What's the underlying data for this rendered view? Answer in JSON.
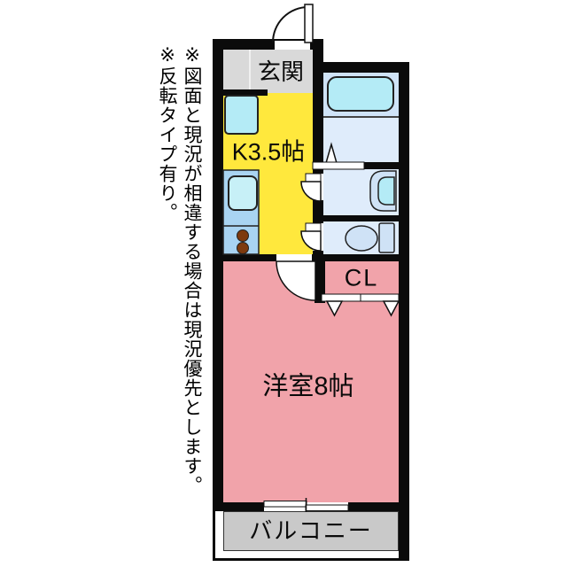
{
  "notes": {
    "disclaimer": "※図面と現況が相違する場合は現況優先とします。",
    "reversal": "※反転タイプ有り。"
  },
  "rooms": {
    "entrance": {
      "label": "玄関"
    },
    "kitchen": {
      "label": "K3.5帖"
    },
    "closet": {
      "label": "CL"
    },
    "western_room": {
      "label": "洋室8帖"
    },
    "balcony": {
      "label": "バルコニー"
    }
  },
  "fixtures": [
    "entry-door",
    "washing-machine-pan",
    "kitchen-counter",
    "kitchen-sink",
    "stove-burners",
    "bathtub",
    "washroom-door-mark",
    "sliding-door",
    "vanity-basin",
    "toilet",
    "kitchen-interior-doors",
    "closet-folding-door",
    "balcony-window"
  ],
  "colors": {
    "wall": "#0b0b0b",
    "entrance": "#d9d9d9",
    "kitchen": "#ffe83d",
    "closet": "#e97413",
    "western_room": "#f1a3aa",
    "balcony": "#c9c9c9",
    "bathroom": "#cfe3f7",
    "washroom": "#dfecfb",
    "fixture_blue": "#cfe2f6",
    "fixture_cyan": "#b4ebf6",
    "counter": "#a9d4f2",
    "sink": "#c7f0f7",
    "stove": "#7d3a0e",
    "text": "#0a0a0a"
  }
}
